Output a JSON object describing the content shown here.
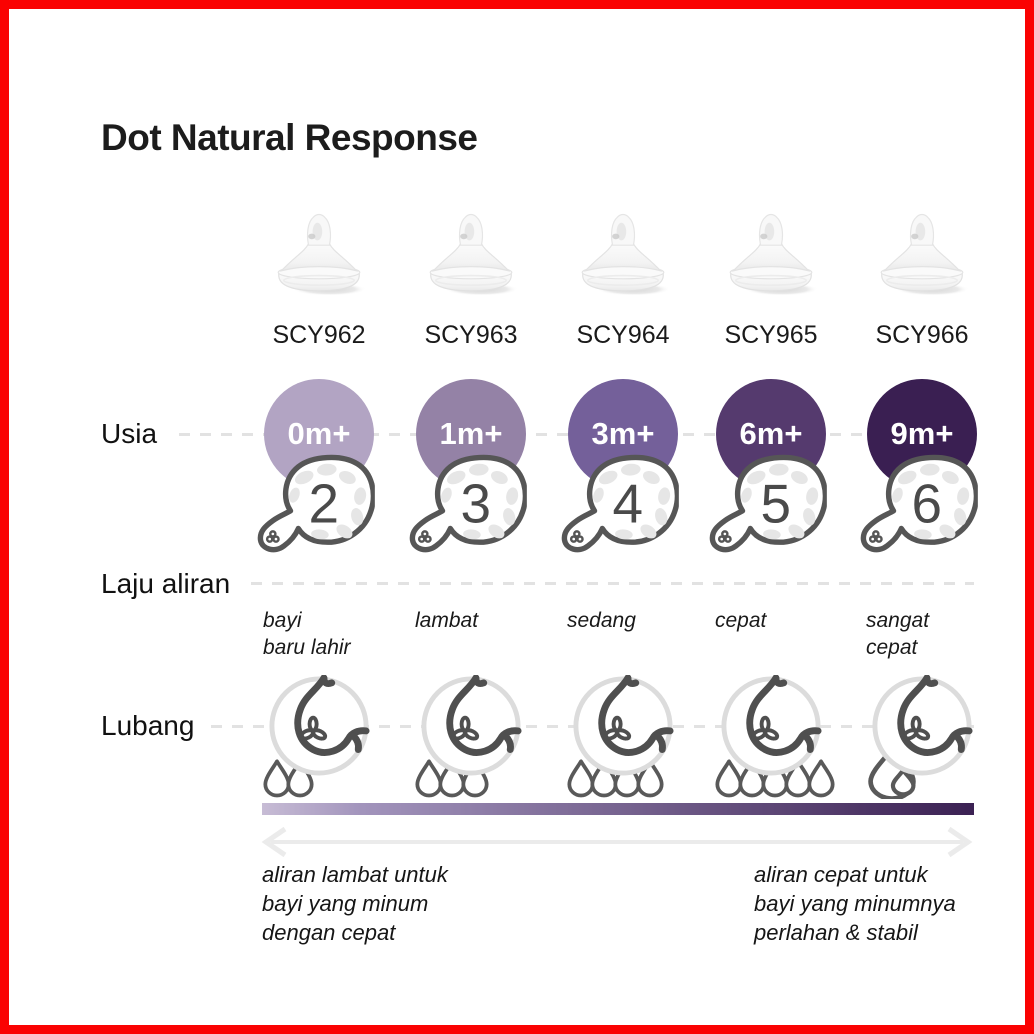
{
  "page": {
    "title": "Dot Natural Response",
    "border_color": "#fa0202",
    "language": "Indonesian"
  },
  "rows": {
    "age_label": "Usia",
    "flow_label": "Laju aliran",
    "hole_label": "Lubang"
  },
  "columns": [
    {
      "model": "SCY962",
      "age": "0m+",
      "nipple_number": "2",
      "drop_count": 2,
      "flow": [
        "bayi",
        "baru lahir"
      ],
      "circle_color": "#b2a4c3"
    },
    {
      "model": "SCY963",
      "age": "1m+",
      "nipple_number": "3",
      "drop_count": 3,
      "flow": [
        "lambat"
      ],
      "circle_color": "#9482a6"
    },
    {
      "model": "SCY964",
      "age": "3m+",
      "nipple_number": "4",
      "drop_count": 4,
      "flow": [
        "sedang"
      ],
      "circle_color": "#74609a"
    },
    {
      "model": "SCY965",
      "age": "6m+",
      "nipple_number": "5",
      "drop_count": 5,
      "flow": [
        "cepat"
      ],
      "circle_color": "#553a6e"
    },
    {
      "model": "SCY966",
      "age": "9m+",
      "nipple_number": "6",
      "drop_count": "1 large + 1 small",
      "flow": [
        "sangat",
        "cepat"
      ],
      "circle_color": "#3a1f52"
    }
  ],
  "scale": {
    "gradient_start": "#c7bcd5",
    "gradient_mid": "#a294bc",
    "gradient_end": "#3b2153",
    "left_caption": [
      "aliran lambat untuk",
      "bayi yang minum",
      "dengan cepat"
    ],
    "right_caption": [
      "aliran cepat untuk",
      "bayi yang minumnya",
      "perlahan & stabil"
    ]
  },
  "icons": {
    "teat_photo": "bottle-nipple-photo",
    "nipple_size": "nipple-top-view-with-size-number",
    "flow": "water-droplet-outline",
    "hole": "nipple-hole-closeup",
    "scale_arrow": "double-headed-arrow"
  }
}
